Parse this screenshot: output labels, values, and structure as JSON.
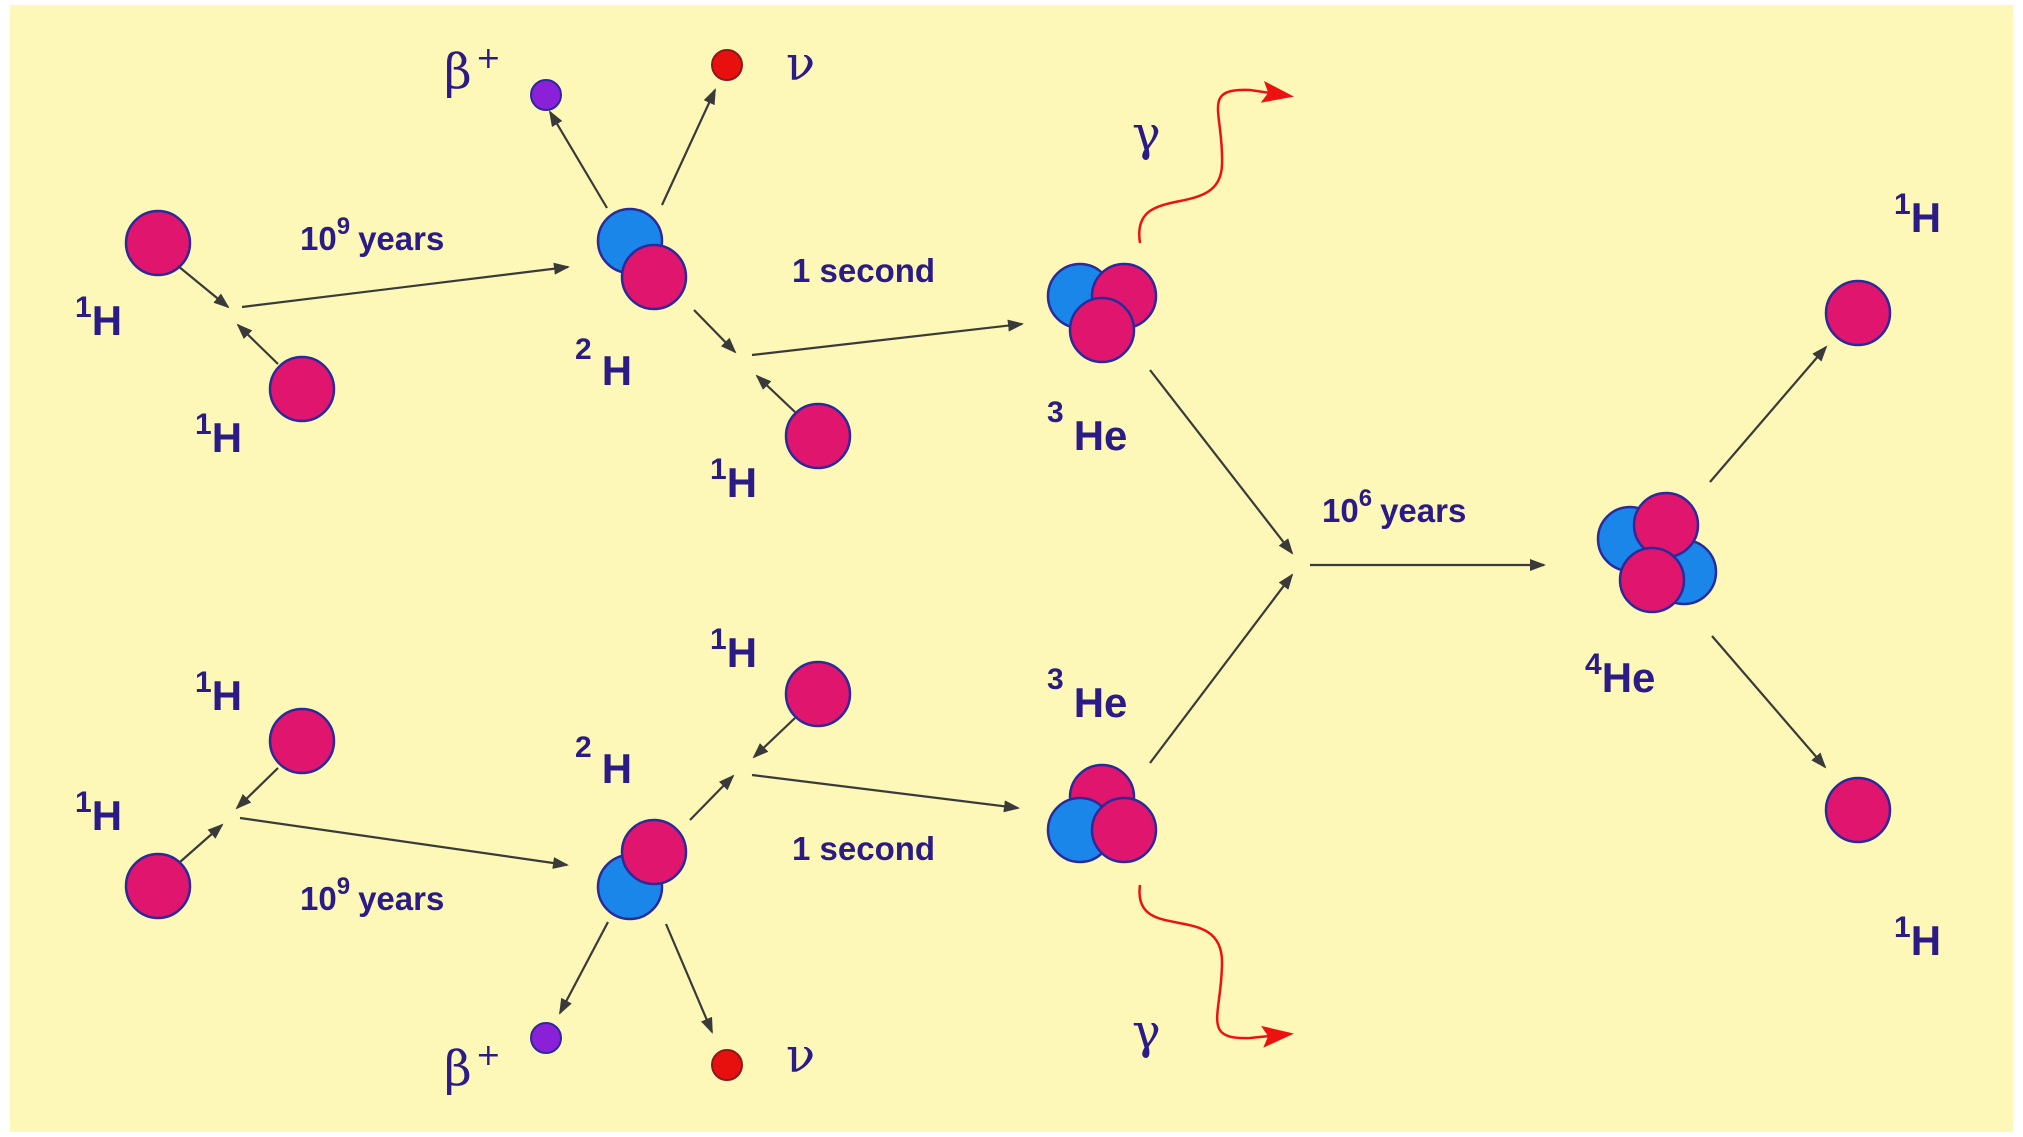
{
  "colors": {
    "background": "#fdf7b8",
    "proton": "#e0156e",
    "neutron": "#1a86ea",
    "positron": "#8a20d8",
    "neutrino": "#e80f0f",
    "photon": "#ee1111",
    "label": "#2b1b86"
  },
  "labels": {
    "h_sup": "1",
    "h_sym": "H",
    "d_sup": "2",
    "d_sym": "H",
    "he3_sup": "3",
    "he3_sym": "He",
    "he4_sup": "4",
    "he4_sym": "He",
    "positron_sym": "β",
    "positron_charge": "+",
    "neutrino_sym": "ν",
    "photon_sym": "γ"
  },
  "timescales": {
    "pp_base": "10",
    "pp_exp": "9",
    "pp_unit": "years",
    "dp": "1 second",
    "he_base": "10",
    "he_exp": "6",
    "he_unit": "years"
  }
}
